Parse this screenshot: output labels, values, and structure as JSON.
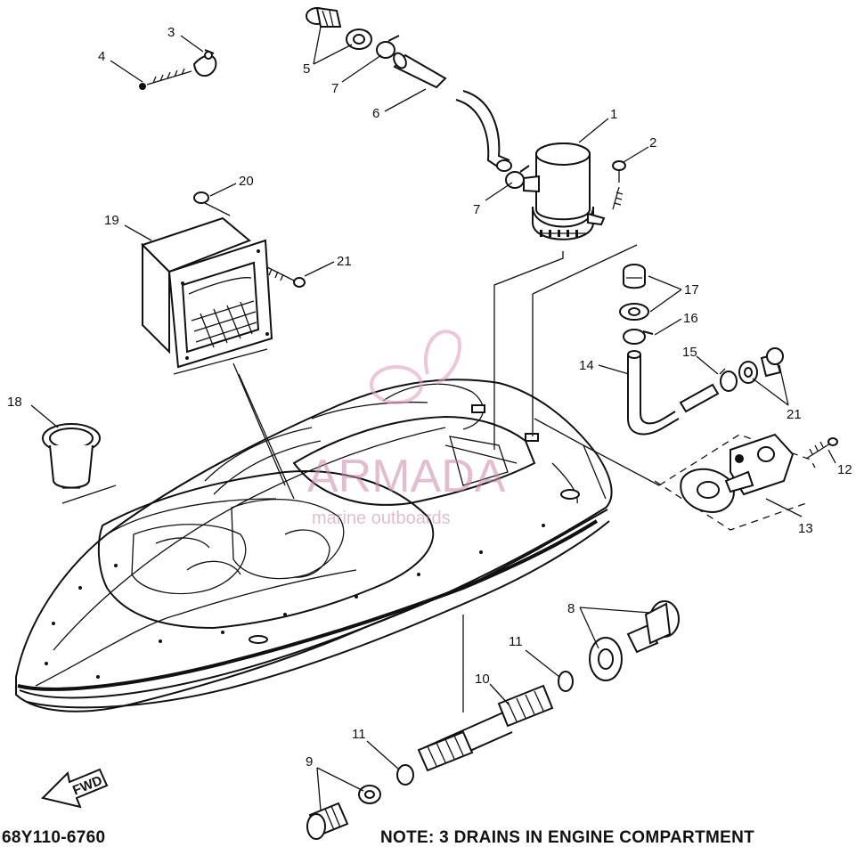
{
  "diagram": {
    "part_code": "68Y110-6760",
    "note": "NOTE: 3 DRAINS IN ENGINE COMPARTMENT",
    "fwd_label": "FWD",
    "watermark": {
      "brand": "ARMADA",
      "tagline": "marine outboards",
      "color": "#c98aa8"
    },
    "callouts": [
      "1",
      "2",
      "3",
      "4",
      "5",
      "6",
      "7",
      "7",
      "8",
      "9",
      "10",
      "11",
      "11",
      "12",
      "13",
      "14",
      "15",
      "16",
      "17",
      "18",
      "19",
      "20",
      "21",
      "21"
    ]
  }
}
